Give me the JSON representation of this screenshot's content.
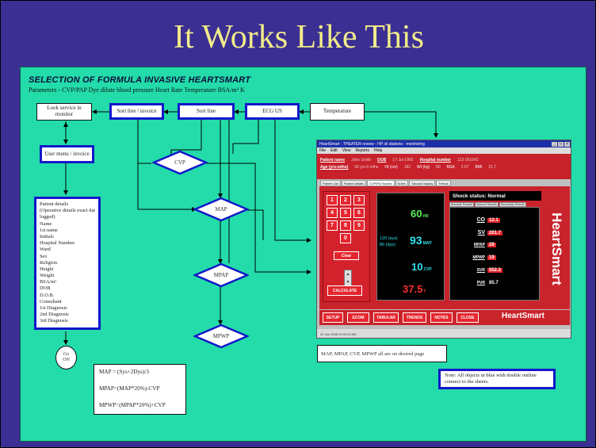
{
  "slide": {
    "title": "It Works Like This",
    "bg": "#3b2f93",
    "canvas_bg": "#23dca9",
    "title_color": "#f2ec8a"
  },
  "diagram": {
    "heading": "SELECTION OF FORMULA INVASIVE HEARTSMART",
    "parameters_line": "Parameters - CVP/PAP    Dye dilute blood pressure  Heart Rate        Temperature        BSA/m² K",
    "boxes": {
      "look_service": "Look service in monitor",
      "select_hemo": "Sort line / invoice",
      "select_line": "Sort line",
      "ecg_us": "ECG US",
      "temperature": "Temperature",
      "user_menu": "User menu / invoice"
    },
    "decisions": {
      "cvp": "CVP",
      "map": "MAP",
      "mpap": "MPAP",
      "mpwp": "MPWP"
    },
    "field_list": [
      "Patient details",
      "(Operative details exact data",
      "logged)",
      "Name",
      "1st name",
      "Initials",
      "Hospital Number",
      "Ward",
      "Sex",
      "Religion",
      "Height",
      "Weight",
      "BSA/m²",
      "DOB",
      "D.O.B.",
      "Consultant",
      "1st Diagnosis",
      "2nd Diagnosis",
      "3rd Diagnosis"
    ],
    "start_oval": [
      "Go",
      "ON"
    ],
    "formulas": [
      "MAP = (Sys+2Dys)/3",
      "MPAP=(MAP*20%)-CVP",
      "MPWP=(MPAP*20%)+CVP"
    ],
    "caption": "MAP, MPAP, CVP, MPWP all are on desired page",
    "note": "Note: All objects in blue with double outline connect to the sheets."
  },
  "app": {
    "title": "HeartSmart - THEATER review - HP oil stations - monitoring",
    "menu": [
      "File",
      "Edit",
      "View",
      "Reports",
      "Help"
    ],
    "patient": {
      "name_label": "Patient name",
      "name_value": "John Smith",
      "dob_label": "DOB",
      "dob_value": "17-Jul-1965",
      "hosp_label": "Hospital number",
      "hosp_value": "123 001542",
      "age_label": "Age (yrs:mths)",
      "age_value": "56 yrs 6 mths",
      "ht_label": "Ht (cm)",
      "ht_value": "182",
      "wt_label": "Wt (kg)",
      "wt_value": "80",
      "bsa_label": "BSA",
      "bsa_value": "2.07",
      "bmi_label": "BMI",
      "bmi_value": "21.7"
    },
    "tabs": [
      "Patient List",
      "Patient details",
      "CVP/PA Studies",
      "Notes",
      "Tabular Display",
      "Trends"
    ],
    "active_tab": 2,
    "keypad": [
      "1",
      "2",
      "3",
      "4",
      "5",
      "6",
      "7",
      "8",
      "9",
      "0"
    ],
    "clear_label": "Clear",
    "calculate_label": "CALCULATE",
    "vitals": {
      "hr_value": "60",
      "hr_label": "HR",
      "bp_sys": "120 (sys)",
      "bp_dia": "80 (dys)",
      "map_value": "93",
      "map_label": "MAP",
      "cvp_value": "10",
      "cvp_label": "CVP",
      "temp_value": "37.5",
      "temp_label": "T"
    },
    "shock_status": "Shock status:  Normal",
    "result_tabs": [
      "Absolute Results",
      "Indexed Results",
      "Secondary Results"
    ],
    "results": [
      {
        "label": "CO",
        "value": "12.1"
      },
      {
        "label": "SV",
        "value": "201.7"
      },
      {
        "label": "MPAP",
        "value": "29"
      },
      {
        "label": "MPWP",
        "value": "19"
      },
      {
        "label": "SVR",
        "value": "552.2"
      },
      {
        "label": "PVR",
        "value": "85.7"
      }
    ],
    "brand": "HeartSmart",
    "nav": [
      "SETUP",
      "ECOM",
      "TABULAR",
      "TRENDS",
      "NOTES",
      "CLOSE"
    ],
    "status": "22 Jan 2008  10:00:23 AM",
    "colors": {
      "panel_red": "#c9242c",
      "button_red": "#e5262e",
      "vital_green": "#5bf25b",
      "vital_cyan": "#2ee4ee",
      "vital_red": "#ff2d2d"
    }
  }
}
